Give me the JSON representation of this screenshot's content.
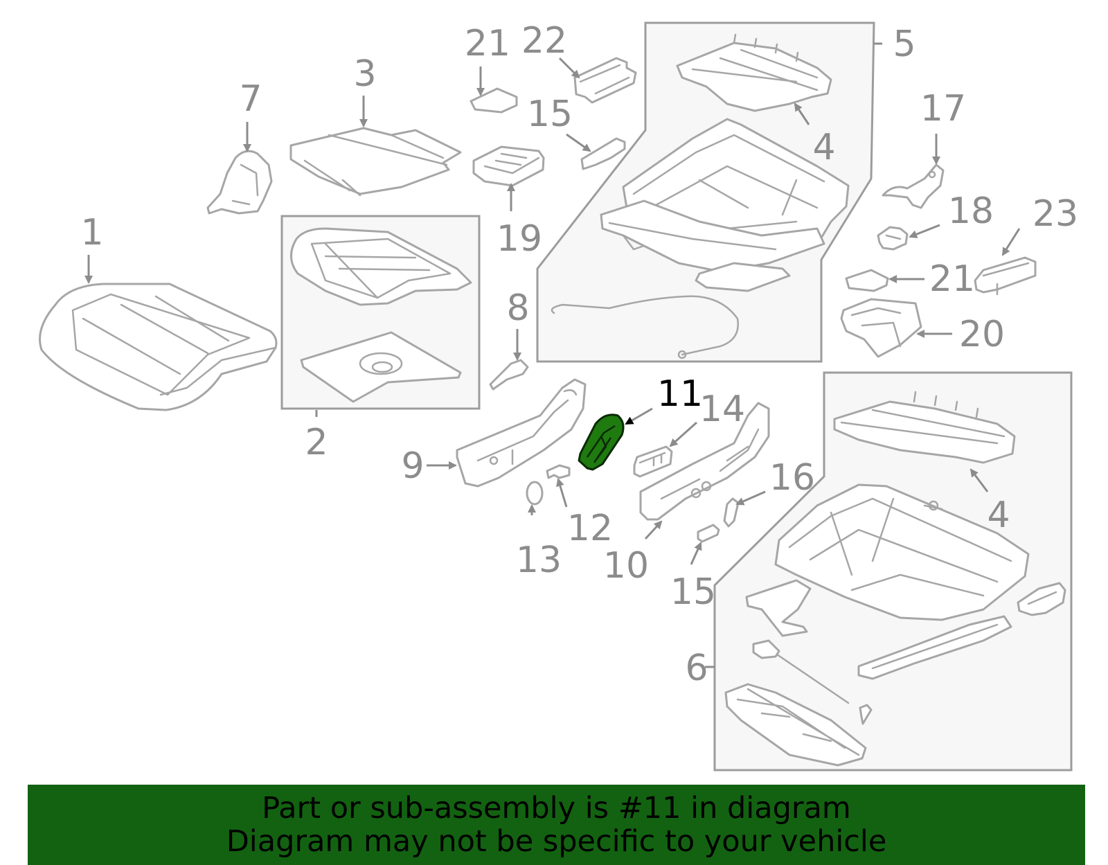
{
  "diagram": {
    "highlight_color": "#1f7a10",
    "highlighted_callout": "11",
    "callouts": [
      {
        "id": "c1",
        "label": "1"
      },
      {
        "id": "c2",
        "label": "2"
      },
      {
        "id": "c3",
        "label": "3"
      },
      {
        "id": "c4a",
        "label": "4"
      },
      {
        "id": "c4b",
        "label": "4"
      },
      {
        "id": "c5",
        "label": "5"
      },
      {
        "id": "c6",
        "label": "6"
      },
      {
        "id": "c7",
        "label": "7"
      },
      {
        "id": "c8",
        "label": "8"
      },
      {
        "id": "c9",
        "label": "9"
      },
      {
        "id": "c10",
        "label": "10"
      },
      {
        "id": "c11",
        "label": "11"
      },
      {
        "id": "c12",
        "label": "12"
      },
      {
        "id": "c13",
        "label": "13"
      },
      {
        "id": "c14",
        "label": "14"
      },
      {
        "id": "c15a",
        "label": "15"
      },
      {
        "id": "c15b",
        "label": "15"
      },
      {
        "id": "c16",
        "label": "16"
      },
      {
        "id": "c17",
        "label": "17"
      },
      {
        "id": "c18",
        "label": "18"
      },
      {
        "id": "c19",
        "label": "19"
      },
      {
        "id": "c20",
        "label": "20"
      },
      {
        "id": "c21a",
        "label": "21"
      },
      {
        "id": "c21b",
        "label": "21"
      },
      {
        "id": "c22",
        "label": "22"
      },
      {
        "id": "c23",
        "label": "23"
      }
    ]
  },
  "banner": {
    "background": "#136211",
    "line1": "Part or sub-assembly is #11 in diagram",
    "line2": "Diagram may not be specific to your vehicle"
  }
}
